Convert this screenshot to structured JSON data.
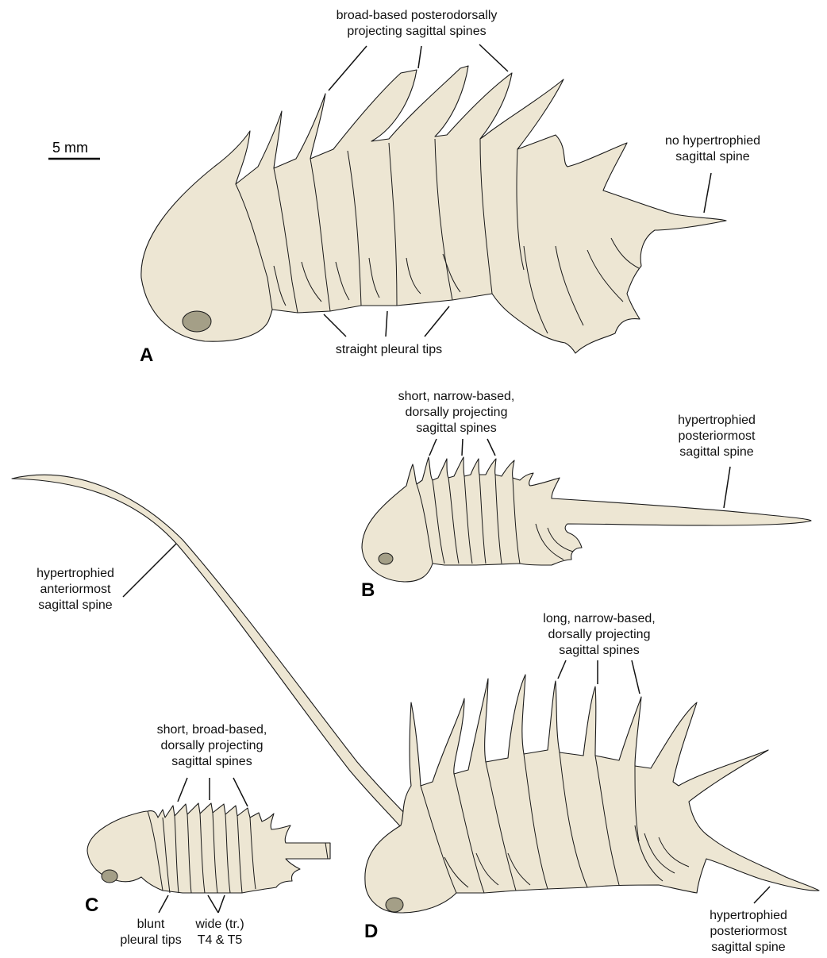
{
  "scale_bar": {
    "label": "5 mm"
  },
  "panels": {
    "a": {
      "letter": "A",
      "labels": {
        "spines_top": [
          "broad-based posterodorsally",
          "projecting sagittal spines"
        ],
        "no_hyper": [
          "no hypertrophied",
          "sagittal spine"
        ],
        "pleural": [
          "straight pleural tips"
        ]
      }
    },
    "b": {
      "letter": "B",
      "labels": {
        "spines_top": [
          "short, narrow-based,",
          "dorsally projecting",
          "sagittal spines"
        ],
        "hyper_post": [
          "hypertrophied",
          "posteriormost",
          "sagittal spine"
        ]
      }
    },
    "c": {
      "letter": "C",
      "labels": {
        "spines_top": [
          "short, broad-based,",
          "dorsally projecting",
          "sagittal spines"
        ],
        "blunt": [
          "blunt",
          "pleural tips"
        ],
        "wide": [
          "wide (tr.)",
          "T4 & T5"
        ]
      }
    },
    "d": {
      "letter": "D",
      "labels": {
        "hyper_ant": [
          "hypertrophied",
          "anteriormost",
          "sagittal spine"
        ],
        "spines_top": [
          "long, narrow-based,",
          "dorsally projecting",
          "sagittal spines"
        ],
        "hyper_post": [
          "hypertrophied",
          "posteriormost",
          "sagittal spine"
        ]
      }
    }
  },
  "colors": {
    "body": "#ede6d3",
    "eye": "#a49f87",
    "outline": "#1a1a1a"
  }
}
